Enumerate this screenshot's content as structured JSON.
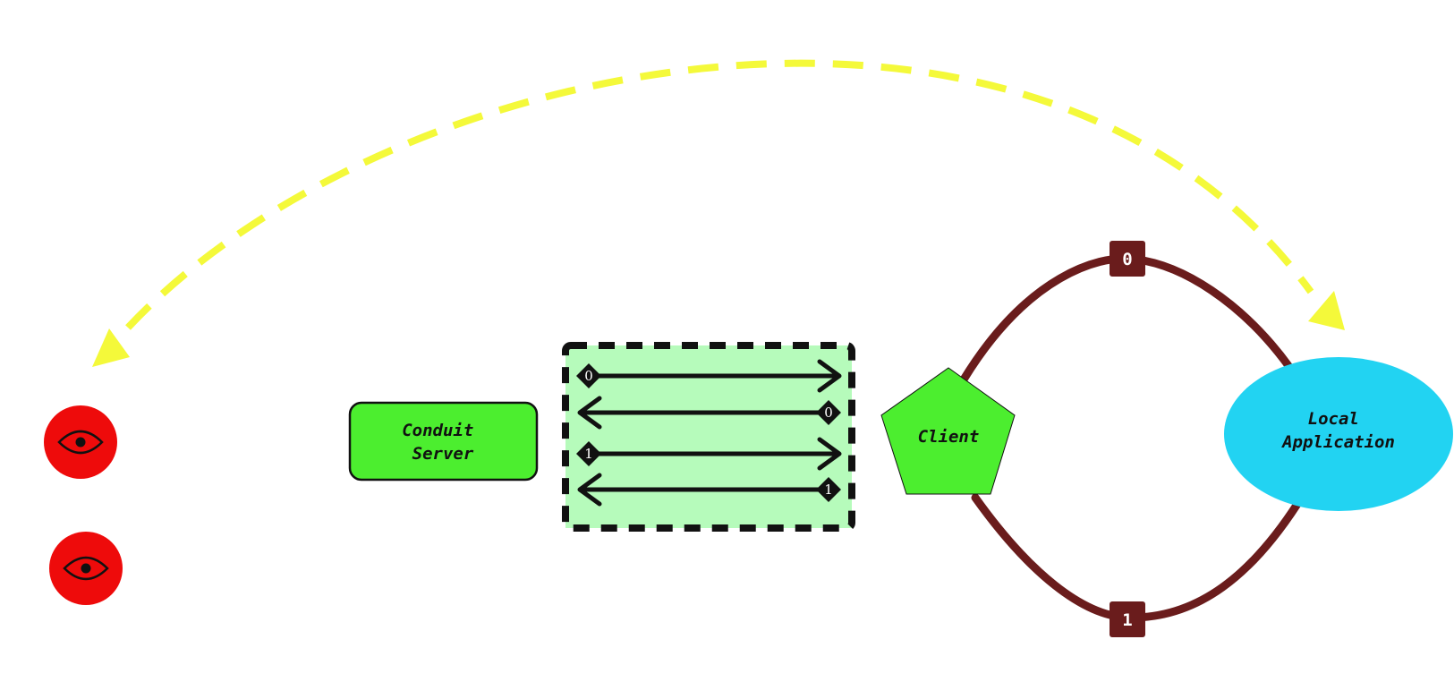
{
  "diagram": {
    "nodes": {
      "conduit_server": {
        "label_lines": [
          "Conduit",
          "Server"
        ],
        "fill": "#4cee2f"
      },
      "client": {
        "label": "Client",
        "fill": "#4cee2f"
      },
      "local_application": {
        "label_lines": [
          "Local",
          "Application"
        ],
        "fill": "#22d3f2"
      }
    },
    "channel_box": {
      "fill": "#b6fbbb",
      "arrows": [
        {
          "direction": "right",
          "marker": "0"
        },
        {
          "direction": "left",
          "marker": "0"
        },
        {
          "direction": "right",
          "marker": "1"
        },
        {
          "direction": "left",
          "marker": "1"
        }
      ]
    },
    "loop_badges": {
      "top": "0",
      "bottom": "1"
    },
    "observer_icons": [
      "eye-icon",
      "eye-icon"
    ],
    "colors": {
      "observer": "#ee0b0b",
      "loop_edge": "#6a1c1c",
      "curve_arrow": "#f4f93a",
      "outline": "#111111"
    }
  }
}
